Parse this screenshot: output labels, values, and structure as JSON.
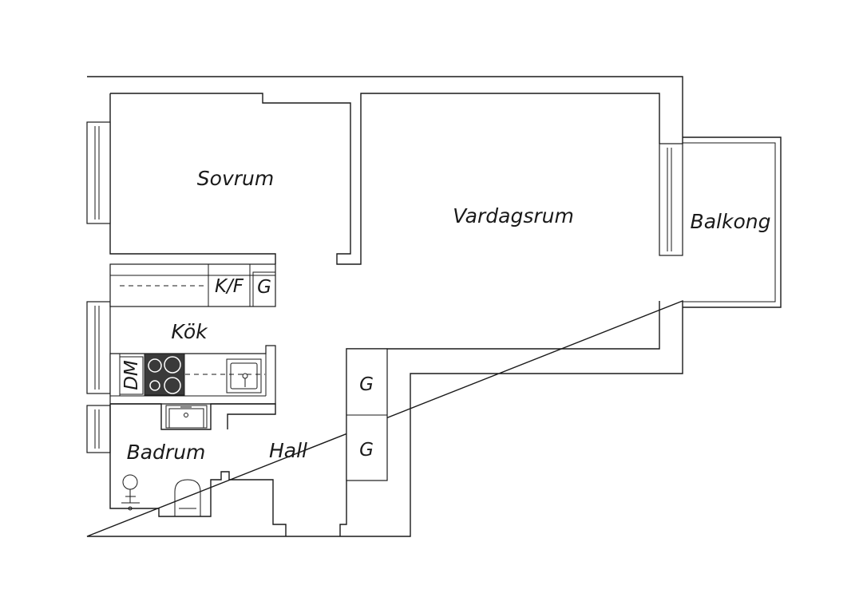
{
  "rooms": {
    "sovrum": "Sovrum",
    "vardagsrum": "Vardagsrum",
    "balkong": "Balkong",
    "kok": "Kök",
    "badrum": "Badrum",
    "hall": "Hall"
  },
  "fixtures": {
    "kf": "K/F",
    "g_kitchen": "G",
    "g_hall_top": "G",
    "g_hall_bottom": "G",
    "dm": "DM"
  }
}
